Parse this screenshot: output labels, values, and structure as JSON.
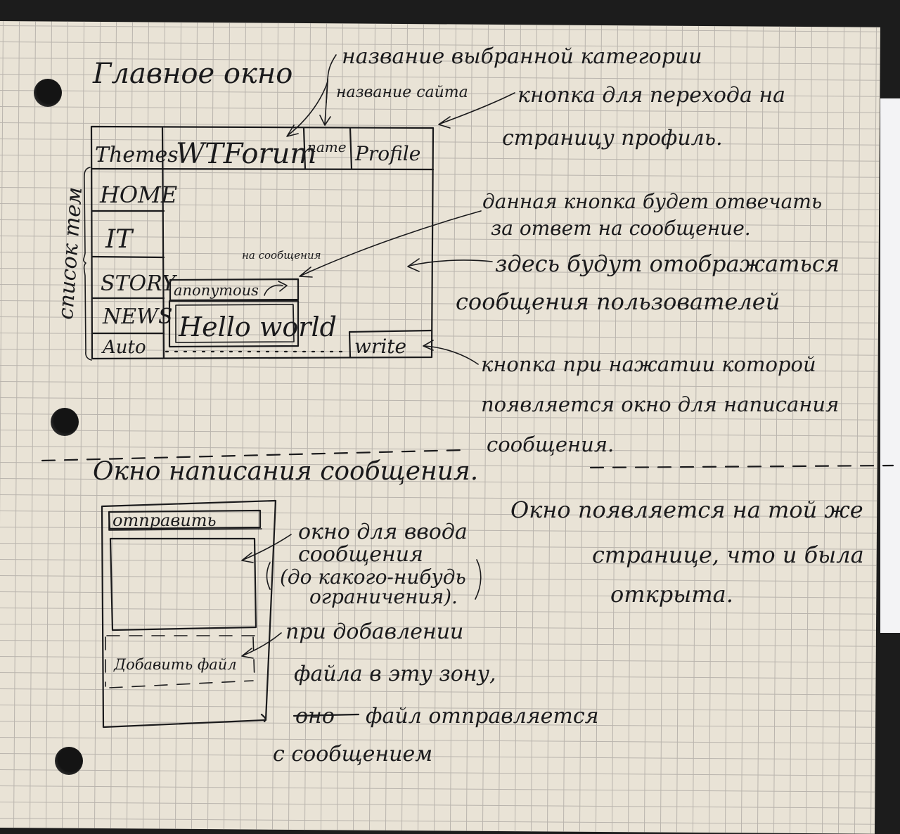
{
  "main_window": {
    "title": "Главное окно",
    "themes_header": "Themes",
    "site_name": "WTForum",
    "category_label": "name",
    "profile_button": "Profile",
    "themes": [
      "HOME",
      "IT",
      "STORY",
      "NEWS",
      "Auto"
    ],
    "themes_side_label": "список тем",
    "message_author": "anonymous",
    "reply_caption": "на сообщения",
    "message_text": "Hello world",
    "write_button": "write"
  },
  "annotations": {
    "category_name": "название выбранной категории",
    "site_name": "название сайта",
    "profile_button": [
      "кнопка для перехода на",
      "страницу профиль."
    ],
    "reply_button": [
      "данная кнопка будет отвечать",
      "за ответ на сообщение."
    ],
    "messages_area": [
      "здесь будут отображаться",
      "сообщения пользователей"
    ],
    "write_button": [
      "кнопка при нажатии которой",
      "появляется окно для написания",
      "сообщения."
    ]
  },
  "compose_window": {
    "title": "Окно написания сообщения.",
    "send_button": "отправить",
    "add_file_zone": "Добавить файл",
    "note": [
      "Окно появляется на той же",
      "странице, что и была",
      "открыта."
    ]
  },
  "compose_annotations": {
    "input": [
      "окно для ввода",
      "сообщения",
      "(до какого-нибудь",
      "ограничения)."
    ],
    "file_zone": [
      "при добавлении",
      "файла в эту зону,",
      "оно",
      "файл отправляется",
      "с сообщением"
    ]
  }
}
